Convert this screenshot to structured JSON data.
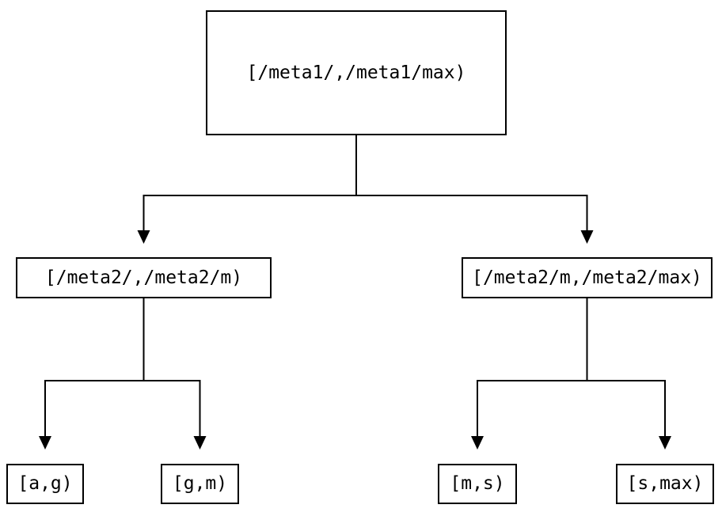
{
  "diagram": {
    "type": "tree",
    "colors": {
      "background": "#ffffff",
      "line": "#000000",
      "box_border": "#000000",
      "text": "#000000"
    },
    "nodes": {
      "root": {
        "id": "root",
        "label": "[/meta1/,/meta1/max)",
        "level": 0
      },
      "left_child": {
        "id": "left_child",
        "label": "[/meta2/,/meta2/m)",
        "level": 1
      },
      "right_child": {
        "id": "right_child",
        "label": "[/meta2/m,/meta2/max)",
        "level": 1
      },
      "leaf_a_g": {
        "id": "leaf_a_g",
        "label": "[a,g)",
        "level": 2
      },
      "leaf_g_m": {
        "id": "leaf_g_m",
        "label": "[g,m)",
        "level": 2
      },
      "leaf_m_s": {
        "id": "leaf_m_s",
        "label": "[m,s)",
        "level": 2
      },
      "leaf_s_max": {
        "id": "leaf_s_max",
        "label": "[s,max)",
        "level": 2
      }
    },
    "edges": [
      {
        "from": "root",
        "to": "left_child",
        "arrow": "down"
      },
      {
        "from": "root",
        "to": "right_child",
        "arrow": "down"
      },
      {
        "from": "left_child",
        "to": "leaf_a_g",
        "arrow": "down"
      },
      {
        "from": "left_child",
        "to": "leaf_g_m",
        "arrow": "down"
      },
      {
        "from": "right_child",
        "to": "leaf_m_s",
        "arrow": "down"
      },
      {
        "from": "right_child",
        "to": "leaf_s_max",
        "arrow": "down"
      }
    ]
  }
}
